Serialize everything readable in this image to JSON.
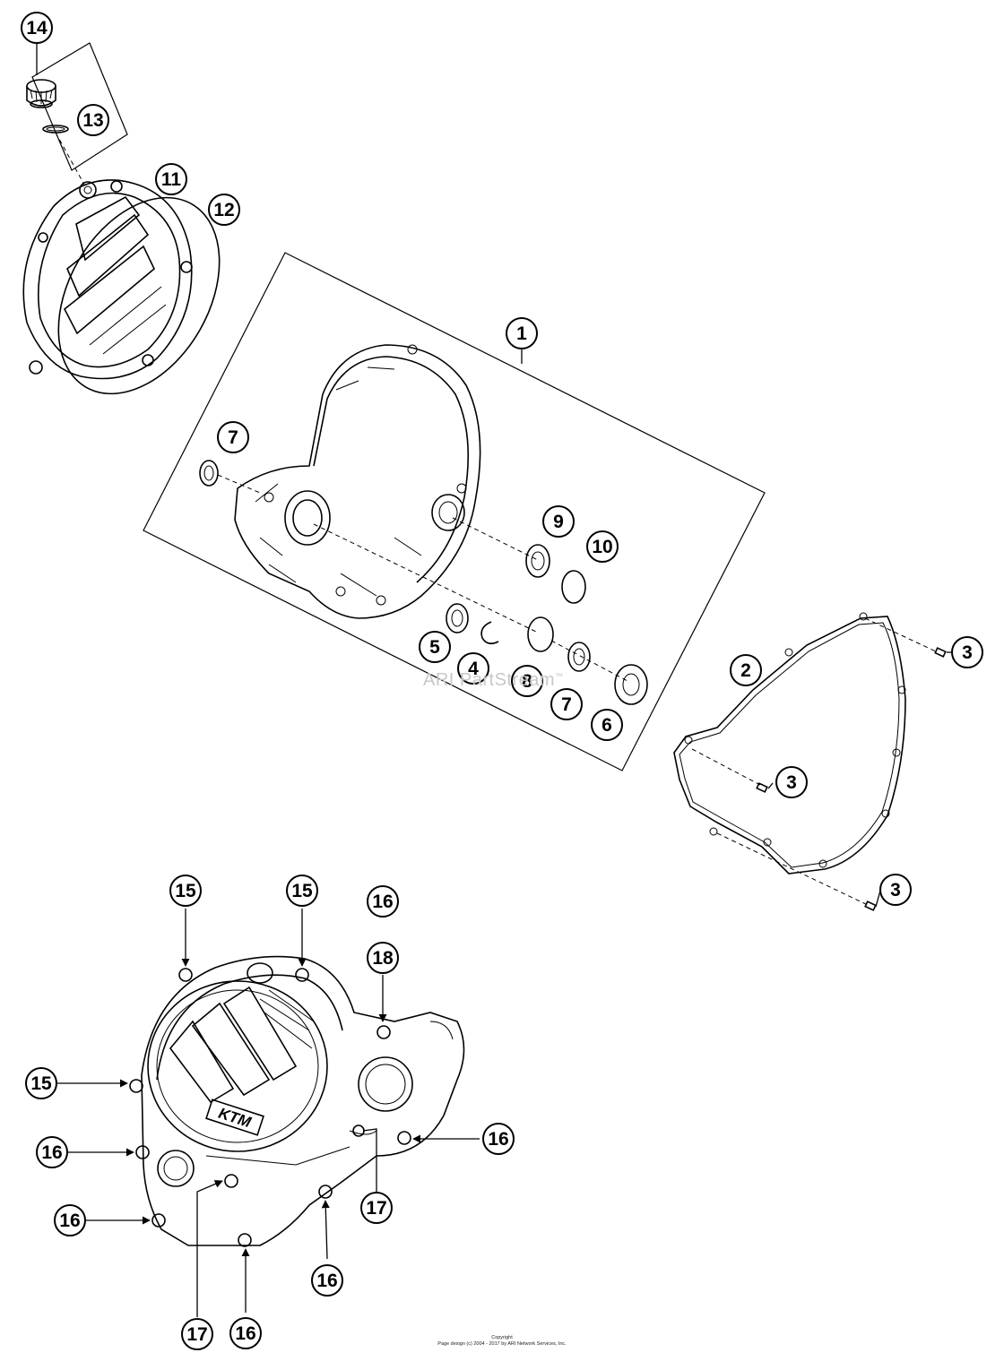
{
  "watermark": "ARI PartStream",
  "watermark_mark": "™",
  "copyright": {
    "line1": "Copyright",
    "line2": "Page design (c) 2004 - 2017 by ARI Network Services, Inc."
  },
  "cover_logo": "KTM",
  "callouts": [
    {
      "id": "c14",
      "label": "14"
    },
    {
      "id": "c13",
      "label": "13"
    },
    {
      "id": "c11",
      "label": "11"
    },
    {
      "id": "c12",
      "label": "12"
    },
    {
      "id": "c1",
      "label": "1"
    },
    {
      "id": "c7a",
      "label": "7"
    },
    {
      "id": "c9",
      "label": "9"
    },
    {
      "id": "c10",
      "label": "10"
    },
    {
      "id": "c5",
      "label": "5"
    },
    {
      "id": "c4",
      "label": "4"
    },
    {
      "id": "c8",
      "label": "8"
    },
    {
      "id": "c7b",
      "label": "7"
    },
    {
      "id": "c6",
      "label": "6"
    },
    {
      "id": "c2",
      "label": "2"
    },
    {
      "id": "c3a",
      "label": "3"
    },
    {
      "id": "c3b",
      "label": "3"
    },
    {
      "id": "c3c",
      "label": "3"
    },
    {
      "id": "c15a",
      "label": "15"
    },
    {
      "id": "c15b",
      "label": "15"
    },
    {
      "id": "c15c",
      "label": "15"
    },
    {
      "id": "c16a",
      "label": "16"
    },
    {
      "id": "c18",
      "label": "18"
    },
    {
      "id": "c16b",
      "label": "16"
    },
    {
      "id": "c16c",
      "label": "16"
    },
    {
      "id": "c16d",
      "label": "16"
    },
    {
      "id": "c16e",
      "label": "16"
    },
    {
      "id": "c16f",
      "label": "16"
    },
    {
      "id": "c17a",
      "label": "17"
    },
    {
      "id": "c17b",
      "label": "17"
    }
  ]
}
